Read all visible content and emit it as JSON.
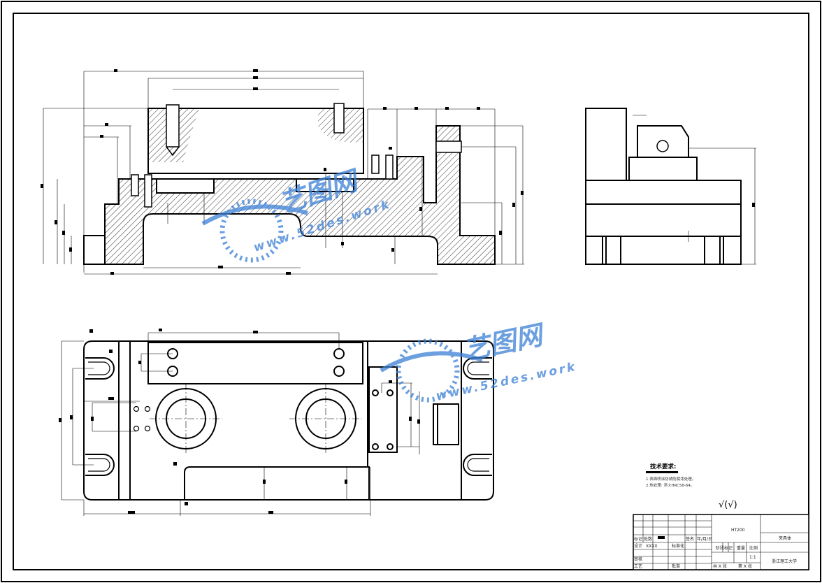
{
  "notes": {
    "heading": "技术要求:",
    "line1": "1.表面喷涂防锈防腐漆处理。",
    "line2": "2.热处理: 淬火HRC58-64。"
  },
  "roughness": {
    "symbol": "√(√)"
  },
  "title_block": {
    "material": "HT200",
    "part_name": "夹具体",
    "stage_label": "阶段标记",
    "weight_label": "重量",
    "scale_label": "比例",
    "scale_value": "1:1",
    "design_label": "设计",
    "design_value": "XXXX",
    "review_label": "审核",
    "process_label": "工艺",
    "approve_label": "批准",
    "standard_label": "标准化",
    "sheet_total": "共 X 张",
    "sheet_num": "第 X 张",
    "school": "浙江理工大学",
    "mark_label": "标记",
    "count_label": "处数",
    "signature_label": "签名",
    "date_label": "年/月/日"
  },
  "watermark": {
    "brand": "艺图网",
    "url": "www.52des.work"
  },
  "colors": {
    "ink": "#000000",
    "watermark": "#3a7fd5"
  }
}
